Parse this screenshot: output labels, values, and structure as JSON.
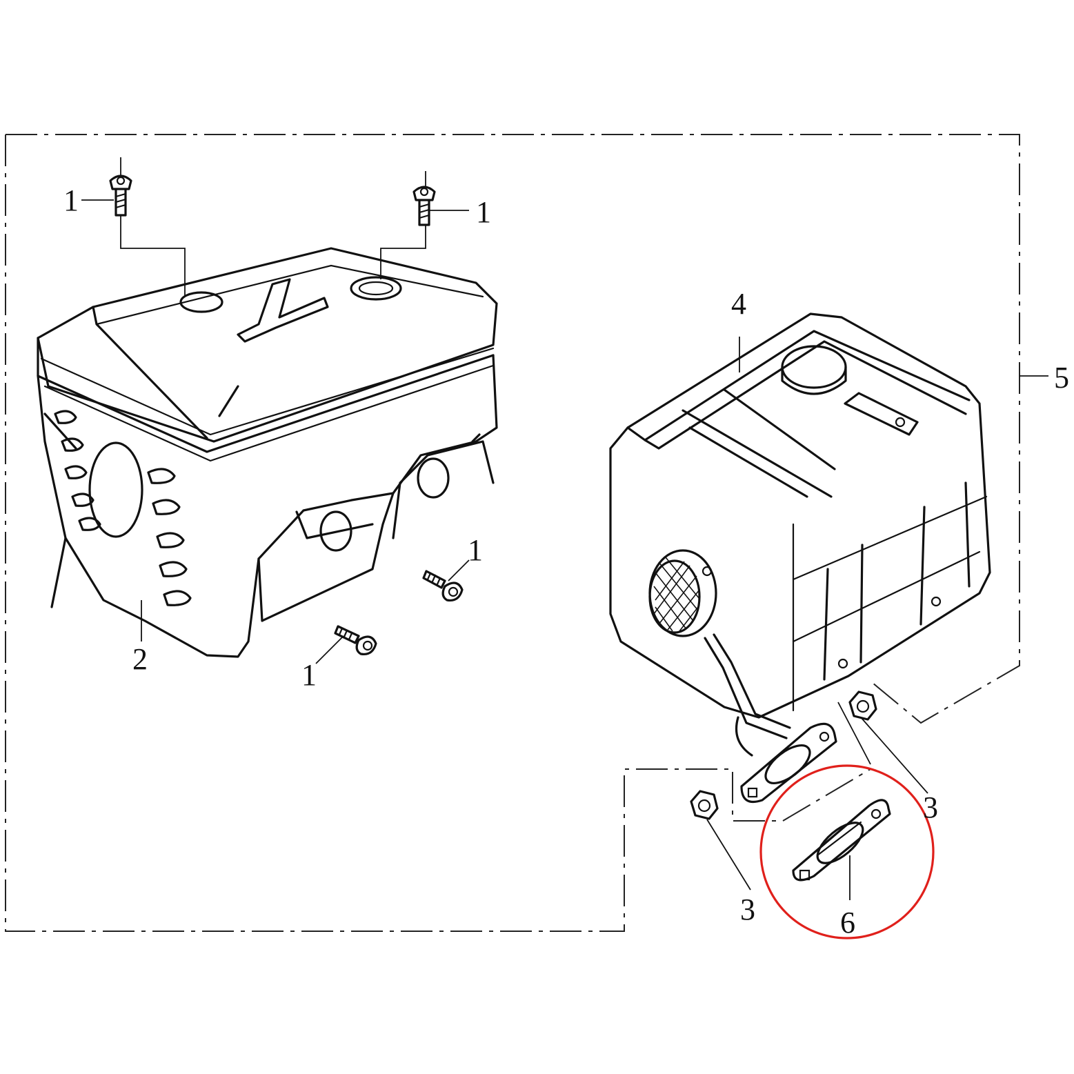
{
  "callouts": {
    "screw_top_left": "1",
    "screw_top_right": "1",
    "screw_front_right": "1",
    "screw_front_left": "1",
    "cover": "2",
    "nut_right": "3",
    "nut_left": "3",
    "muffler": "4",
    "assembly": "5",
    "gasket": "6"
  },
  "colors": {
    "line": "#111111",
    "highlight": "#e0201b",
    "background": "#ffffff"
  }
}
